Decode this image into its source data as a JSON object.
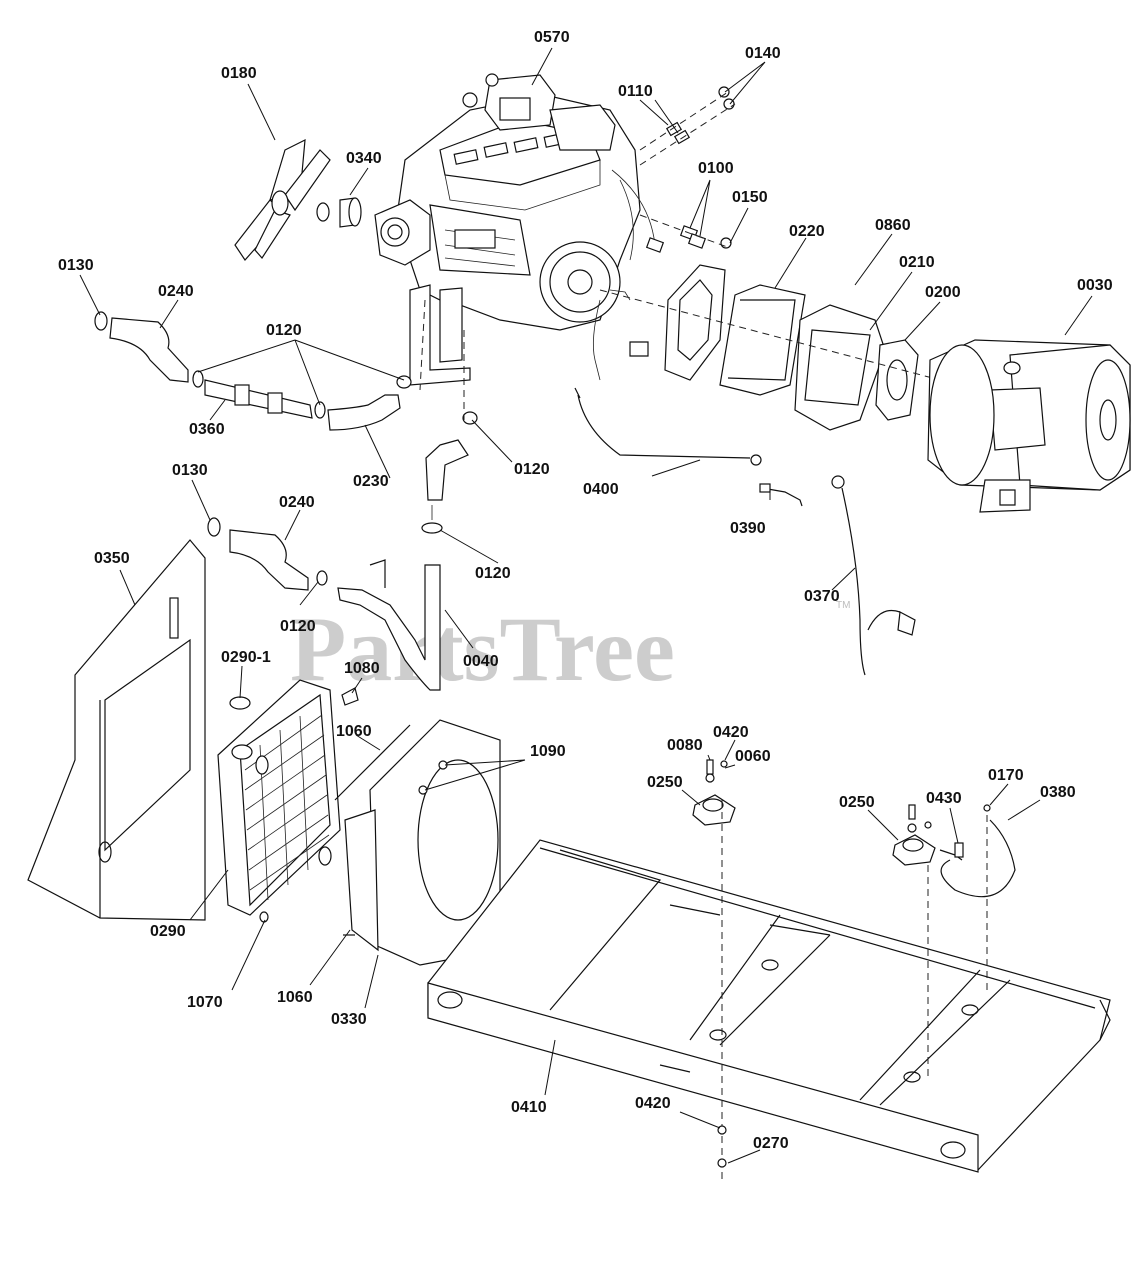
{
  "watermark": {
    "text": "PartsTree",
    "trademark": "TM"
  },
  "labels": {
    "p0570": "0570",
    "p0180": "0180",
    "p0140": "0140",
    "p0110": "0110",
    "p0340": "0340",
    "p0100": "0100",
    "p0150": "0150",
    "p0220": "0220",
    "p0860": "0860",
    "p0210": "0210",
    "p0200": "0200",
    "p0030": "0030",
    "p0130a": "0130",
    "p0240a": "0240",
    "p0120a": "0120",
    "p0360": "0360",
    "p0230": "0230",
    "p0120b": "0120",
    "p0400": "0400",
    "p0390": "0390",
    "p0130b": "0130",
    "p0240b": "0240",
    "p0350": "0350",
    "p0120c": "0120",
    "p0120d": "0120",
    "p0040": "0040",
    "p0370": "0370",
    "p0290_1": "0290-1",
    "p1080": "1080",
    "p1060a": "1060",
    "p1090": "1090",
    "p0080": "0080",
    "p0420a": "0420",
    "p0060": "0060",
    "p0250a": "0250",
    "p0250b": "0250",
    "p0430": "0430",
    "p0170": "0170",
    "p0380": "0380",
    "p0290": "0290",
    "p1070": "1070",
    "p1060b": "1060",
    "p0330": "0330",
    "p0410": "0410",
    "p0420b": "0420",
    "p0270": "0270"
  }
}
